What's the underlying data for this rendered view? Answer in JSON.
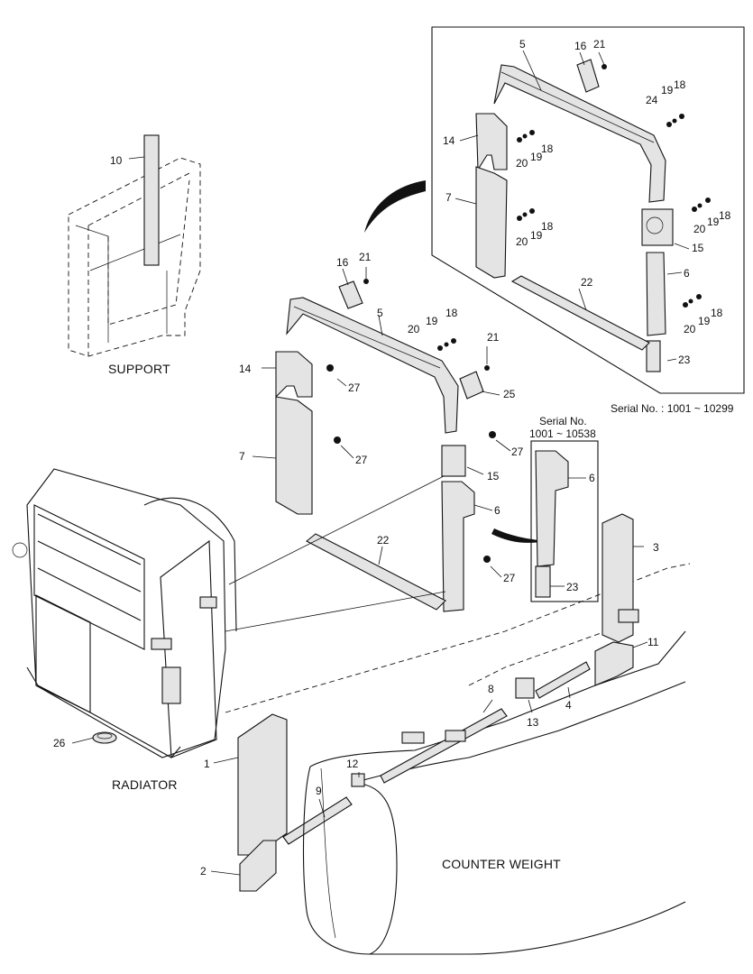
{
  "captions": {
    "support": "SUPPORT",
    "radiator": "RADIATOR",
    "counter_weight": "COUNTER WEIGHT"
  },
  "serials": {
    "detail_box": "Serial No. : 1001 ~ 10299",
    "inset_title": "Serial No.",
    "inset_range": "1001 ~ 10538"
  },
  "parts": {
    "p1": "1",
    "p2": "2",
    "p3": "3",
    "p4": "4",
    "p5": "5",
    "p6": "6",
    "p7": "7",
    "p8": "8",
    "p9": "9",
    "p10": "10",
    "p11": "11",
    "p12": "12",
    "p13": "13",
    "p14": "14",
    "p15": "15",
    "p16": "16",
    "p18": "18",
    "p19": "19",
    "p20": "20",
    "p21": "21",
    "p22": "22",
    "p23": "23",
    "p24": "24",
    "p25": "25",
    "p26": "26",
    "p27": "27"
  }
}
